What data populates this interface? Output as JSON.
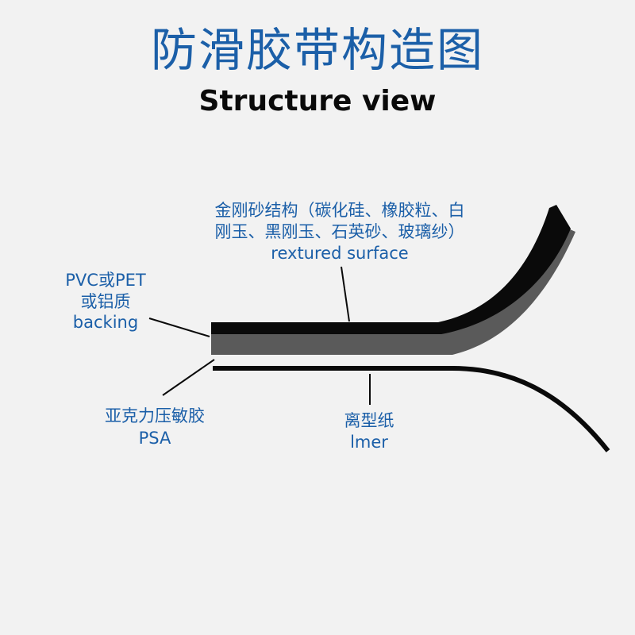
{
  "title_cn": "防滑胶带构造图",
  "title_en": "Structure view",
  "labels": {
    "surface": {
      "line1": "金刚砂结构（碳化硅、橡胶粒、白",
      "line2": "刚玉、黑刚玉、石英砂、玻璃纱）",
      "line3": "rextured surface"
    },
    "backing": {
      "line1": "PVC或PET",
      "line2": "或铝质",
      "line3": "backing"
    },
    "psa": {
      "line1": "亚克力压敏胶",
      "line2": "PSA"
    },
    "liner": {
      "line1": "离型纸",
      "line2": "lmer"
    }
  },
  "colors": {
    "title": "#1b5fa8",
    "label": "#1b5fa8",
    "surface_layer": "#0a0a0a",
    "backing_layer": "#5a5a5a",
    "liner_layer": "#0a0a0a"
  }
}
